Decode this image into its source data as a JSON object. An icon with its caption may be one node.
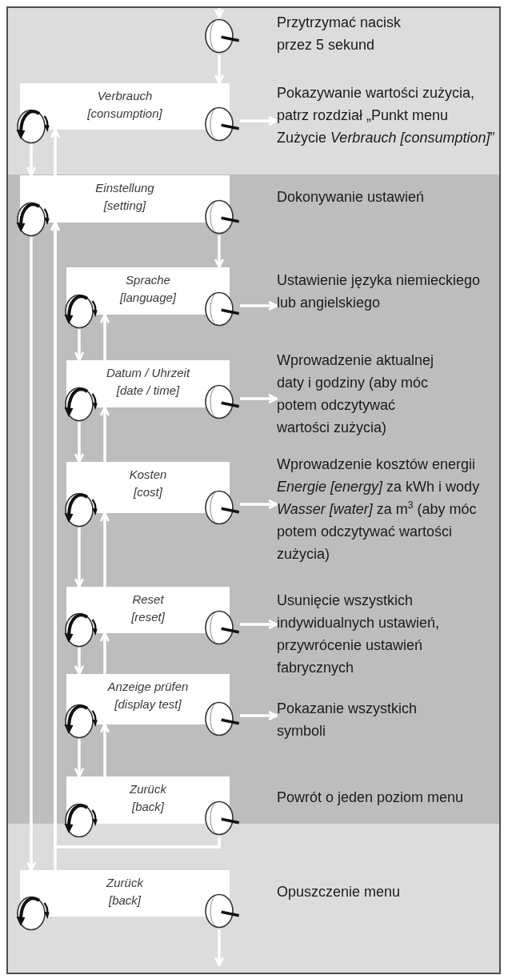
{
  "diagram": {
    "nodes": [
      {
        "text": [],
        "shape": "picture",
        "beside": [
          "Przytrzymać nacisk przez 5 sekund"
        ]
      },
      {
        "text": [
          "Verbrauch",
          "[consumption]"
        ]
      },
      {
        "text": [],
        "shape": "picture"
      },
      {
        "text": [],
        "shape": "picture"
      },
      {
        "text": [
          "Pokazywanie wartości zużycia, patrz rozdział „Punkt menu Zużycie *Verbrauch [consumption]*”"
        ]
      },
      {
        "text": [
          "Einstellung",
          "[setting]"
        ],
        "beside": [
          "Dokonywanie ustawień"
        ]
      },
      {
        "text": [],
        "shape": "picture"
      },
      {
        "text": [],
        "shape": "picture"
      },
      {
        "text": [
          "Sprache",
          "[language]"
        ]
      },
      {
        "text": [],
        "shape": "picture"
      },
      {
        "text": [],
        "shape": "picture"
      },
      {
        "text": [
          "Ustawienie języka niemieckiego lub angielskiego"
        ]
      },
      {
        "text": [
          "Datum / Uhrzeit",
          "[date / time]"
        ]
      },
      {
        "text": [],
        "shape": "picture"
      },
      {
        "text": [],
        "shape": "picture"
      },
      {
        "text": [
          "Wprowadzenie aktualnej daty i godziny (aby móc potem odczytywać wartości zużycia)"
        ]
      },
      {
        "text": [
          "Kosten",
          "[cost]"
        ]
      },
      {
        "text": [],
        "shape": "picture"
      },
      {
        "text": [],
        "shape": "picture"
      },
      {
        "text": [
          "Wprowadzenie kosztów energii *Energie [energy]* za kWh i wody *Wasser [water]* za m$^{3}$ (aby móc potem odczytywać wartości zużycia)"
        ]
      },
      {
        "text": [
          "Reset",
          "[reset]"
        ]
      },
      {
        "text": [],
        "shape": "picture"
      },
      {
        "text": [],
        "shape": "picture"
      },
      {
        "text": [
          "Usunięcie wszystkich indywidualnych ustawień, przywrócenie ustawień fabrycznych"
        ]
      },
      {
        "text": [
          "Anzeige prüfen",
          "[display test]"
        ]
      },
      {
        "text": [],
        "shape": "picture"
      },
      {
        "text": [],
        "shape": "picture"
      },
      {
        "text": [
          "Pokazanie wszystkich symboli"
        ]
      },
      {
        "text": [
          "Zurück",
          "[back]"
        ],
        "beside": [
          "Powrót o jeden poziom menu"
        ]
      },
      {
        "text": [],
        "shape": "picture"
      },
      {
        "text": [],
        "shape": "picture"
      },
      {
        "text": [
          "Zurück",
          "[back]"
        ],
        "beside": [
          "Opuszczenie menu"
        ]
      },
      {
        "text": [],
        "shape": "picture"
      },
      {
        "text": [],
        "shape": "picture"
      }
    ],
    "edges": [
      {
        "from": null,
        "to": 0,
        "arrow": "to"
      },
      {
        "from": 0,
        "to": 1,
        "arrow": "to"
      },
      {
        "from": 3,
        "to": 4,
        "arrow": "to"
      },
      {
        "from": 2,
        "to": 5,
        "arrow": "to"
      },
      {
        "from": 5,
        "to": 1,
        "arrow": "to"
      },
      {
        "from": 7,
        "to": 8,
        "arrow": "to"
      },
      {
        "from": 6,
        "to": 31,
        "arrow": "to"
      },
      {
        "from": 31,
        "to": 5,
        "arrow": "to"
      },
      {
        "from": 30,
        "to": 5,
        "arrow": "to"
      },
      {
        "from": 10,
        "to": 11,
        "arrow": "to"
      },
      {
        "from": 9,
        "to": 12,
        "arrow": "to"
      },
      {
        "from": 12,
        "to": 8,
        "arrow": "to"
      },
      {
        "from": 14,
        "to": 15,
        "arrow": "to"
      },
      {
        "from": 13,
        "to": 16,
        "arrow": "to"
      },
      {
        "from": 16,
        "to": 12,
        "arrow": "to"
      },
      {
        "from": 18,
        "to": 19,
        "arrow": "to"
      },
      {
        "from": 17,
        "to": 20,
        "arrow": "to"
      },
      {
        "from": 20,
        "to": 16,
        "arrow": "to"
      },
      {
        "from": 22,
        "to": 23,
        "arrow": "to"
      },
      {
        "from": 21,
        "to": 24,
        "arrow": "to"
      },
      {
        "from": 24,
        "to": 20,
        "arrow": "to"
      },
      {
        "from": 26,
        "to": 27,
        "arrow": "to"
      },
      {
        "from": 25,
        "to": 28,
        "arrow": "to"
      },
      {
        "from": 28,
        "to": 24,
        "arrow": "to"
      },
      {
        "from": 33,
        "to": null,
        "arrow": "to"
      }
    ]
  }
}
